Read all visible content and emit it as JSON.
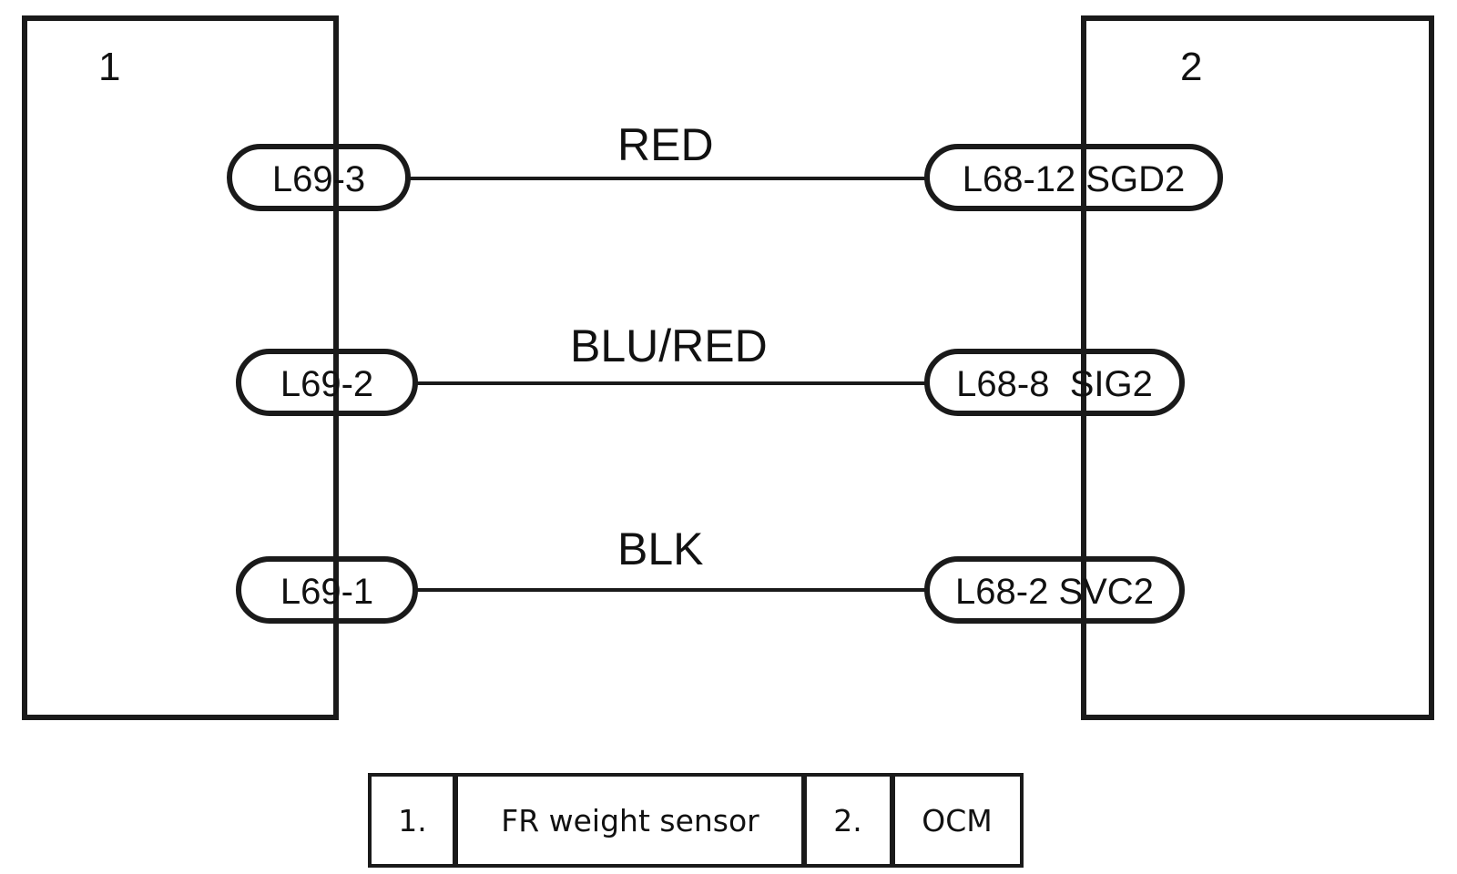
{
  "components": [
    {
      "id": "1",
      "label": "1"
    },
    {
      "id": "2",
      "label": "2"
    }
  ],
  "wires": [
    {
      "color_label": "RED",
      "from_pin": "L69-3",
      "to_pin": "L68-12 SGD2"
    },
    {
      "color_label": "BLU/RED",
      "from_pin": "L69-2",
      "to_pin": "L68-8  SIG2"
    },
    {
      "color_label": "BLK",
      "from_pin": "L69-1",
      "to_pin": "L68-2 SVC2"
    }
  ],
  "legend": [
    {
      "num": "1.",
      "name": "FR weight sensor"
    },
    {
      "num": "2.",
      "name": "OCM"
    }
  ]
}
